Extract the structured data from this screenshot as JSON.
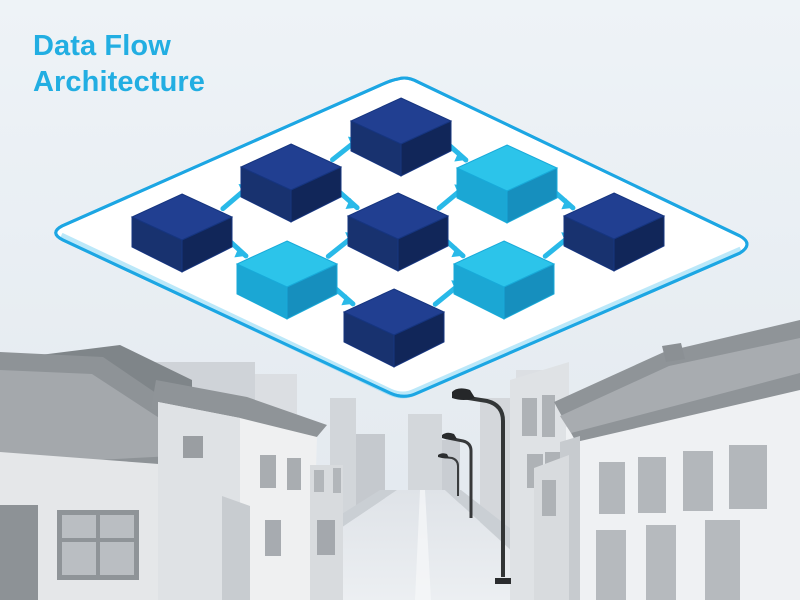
{
  "title_lines": [
    "Data Flow",
    "Architecture"
  ],
  "colors": {
    "accent": "#22aee2",
    "platform_edge": "#1ca6e3",
    "node_dark": "#1f3f8f",
    "node_light": "#2cc4ea",
    "arrow": "#29b9e8"
  },
  "diagram": {
    "nodes": [
      {
        "id": "n1",
        "tone": "dark"
      },
      {
        "id": "n2",
        "tone": "dark"
      },
      {
        "id": "n3",
        "tone": "dark"
      },
      {
        "id": "n4",
        "tone": "light"
      },
      {
        "id": "n5",
        "tone": "dark"
      },
      {
        "id": "n6",
        "tone": "light"
      },
      {
        "id": "n7",
        "tone": "dark"
      },
      {
        "id": "n8",
        "tone": "light"
      },
      {
        "id": "n9",
        "tone": "dark"
      }
    ],
    "connections": [
      [
        "n1",
        "n2"
      ],
      [
        "n2",
        "n3"
      ],
      [
        "n3",
        "n4"
      ],
      [
        "n2",
        "n5"
      ],
      [
        "n5",
        "n4"
      ],
      [
        "n4",
        "n7"
      ],
      [
        "n1",
        "n6"
      ],
      [
        "n6",
        "n5"
      ],
      [
        "n6",
        "n9"
      ],
      [
        "n5",
        "n8"
      ],
      [
        "n9",
        "n8"
      ],
      [
        "n8",
        "n7"
      ]
    ]
  }
}
